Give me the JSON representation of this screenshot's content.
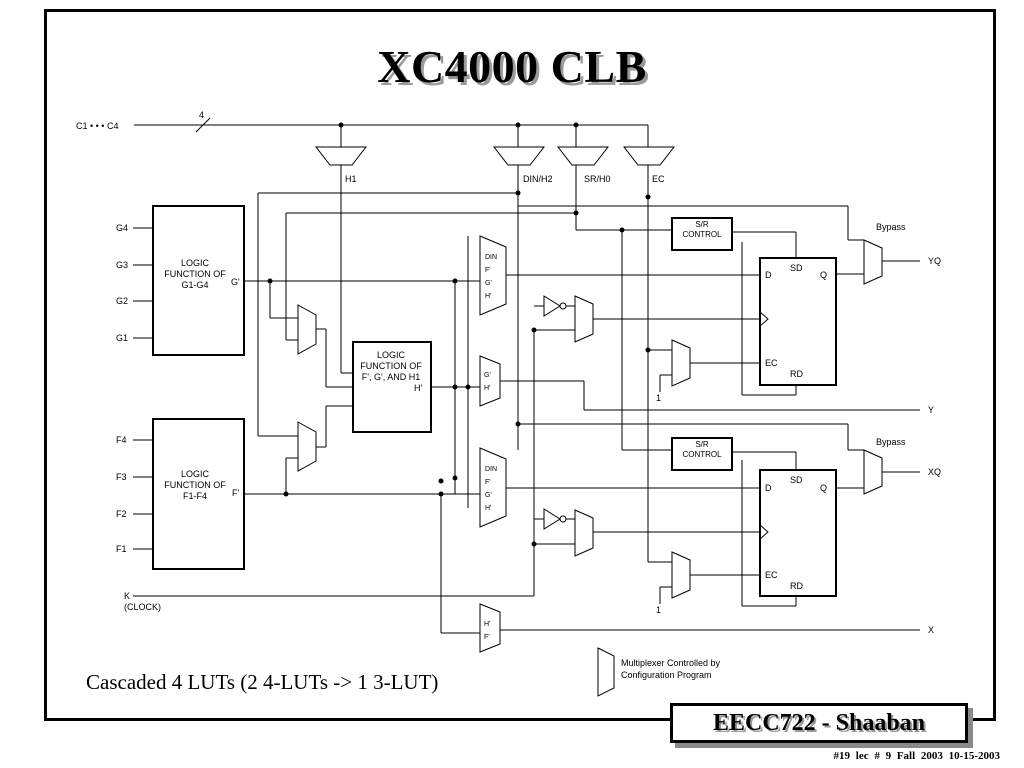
{
  "slide": {
    "title": "XC4000 CLB",
    "caption": "Cascaded 4 LUTs (2 4-LUTs -> 1 3-LUT)",
    "footer_title": "EECC722 - Shaaban",
    "footer_meta": "#19   lec # 9     Fall 2003   10-15-2003"
  },
  "diagram": {
    "bus_label": "C1 • • • C4",
    "bus_width": "4",
    "input_mux_labels": [
      "H1",
      "DIN/H2",
      "SR/H0",
      "EC"
    ],
    "g_inputs": [
      "G4",
      "G3",
      "G2",
      "G1"
    ],
    "f_inputs": [
      "F4",
      "F3",
      "F2",
      "F1"
    ],
    "lut_g": "LOGIC FUNCTION OF G1-G4",
    "lut_g_out": "G'",
    "lut_f": "LOGIC FUNCTION OF F1-F4",
    "lut_f_out": "F'",
    "lut_h": "LOGIC FUNCTION OF F', G', AND H1",
    "lut_h_out": "H'",
    "mux4_inputs": [
      "DIN",
      "F'",
      "G'",
      "H'"
    ],
    "mux_gh": [
      "G'",
      "H'"
    ],
    "mux_hf": [
      "H'",
      "F'"
    ],
    "sr_control": "S/R CONTROL",
    "ff_pins": {
      "d": "D",
      "sd": "SD",
      "q": "Q",
      "ec": "EC",
      "rd": "RD"
    },
    "bypass": "Bypass",
    "outputs": [
      "YQ",
      "Y",
      "XQ",
      "X"
    ],
    "clock_label": "K",
    "clock_note": "(CLOCK)",
    "const_one": "1",
    "legend": "Multiplexer Controlled by Configuration Program"
  }
}
